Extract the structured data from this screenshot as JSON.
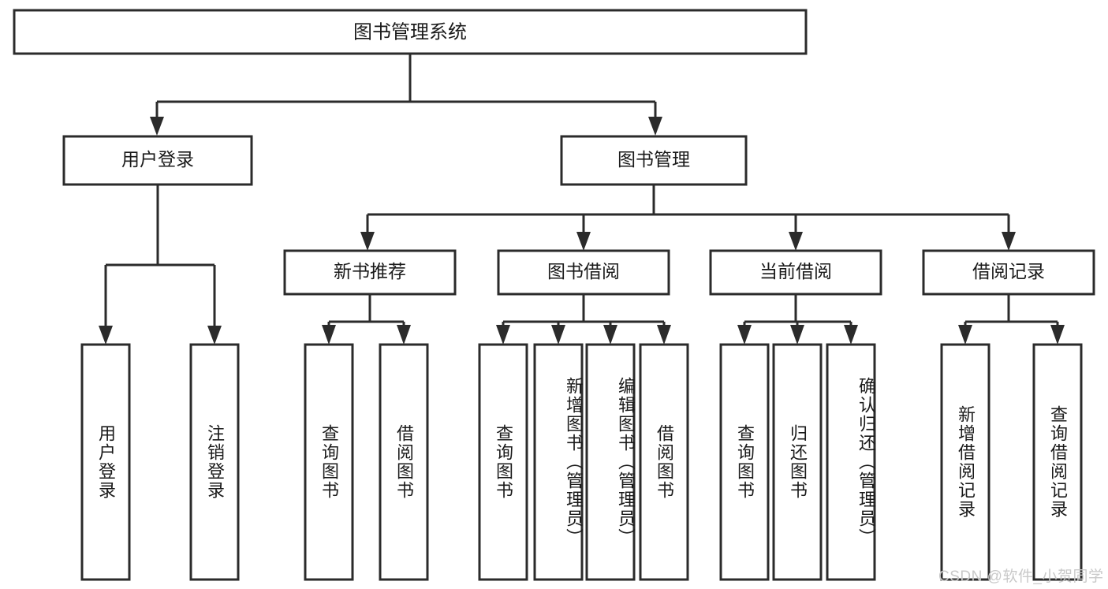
{
  "diagram": {
    "title": "图书管理系统",
    "type": "tree-hierarchy-diagram",
    "colors": {
      "stroke": "#2b2b2b",
      "fill": "#ffffff",
      "text": "#1a1a1a",
      "watermark": "#c9c9c9"
    },
    "root": {
      "label": "图书管理系统"
    },
    "level2": [
      {
        "label": "用户登录"
      },
      {
        "label": "图书管理"
      }
    ],
    "level3": [
      {
        "label": "新书推荐"
      },
      {
        "label": "图书借阅"
      },
      {
        "label": "当前借阅"
      },
      {
        "label": "借阅记录"
      }
    ],
    "leaves": {
      "user_login": [
        {
          "label": "用户登录"
        },
        {
          "label": "注销登录"
        }
      ],
      "new_book_recommend": [
        {
          "label": "查询图书"
        },
        {
          "label": "借阅图书"
        }
      ],
      "book_borrow": [
        {
          "label": "查询图书"
        },
        {
          "label": "新增图书（管理员）"
        },
        {
          "label": "编辑图书（管理员）"
        },
        {
          "label": "借阅图书"
        }
      ],
      "current_borrow": [
        {
          "label": "查询图书"
        },
        {
          "label": "归还图书"
        },
        {
          "label": "确认归还（管理员）"
        }
      ],
      "borrow_record": [
        {
          "label": "新增借阅记录"
        },
        {
          "label": "查询借阅记录"
        }
      ]
    }
  },
  "watermark": {
    "text": "CSDN @软件_小贺同学"
  }
}
